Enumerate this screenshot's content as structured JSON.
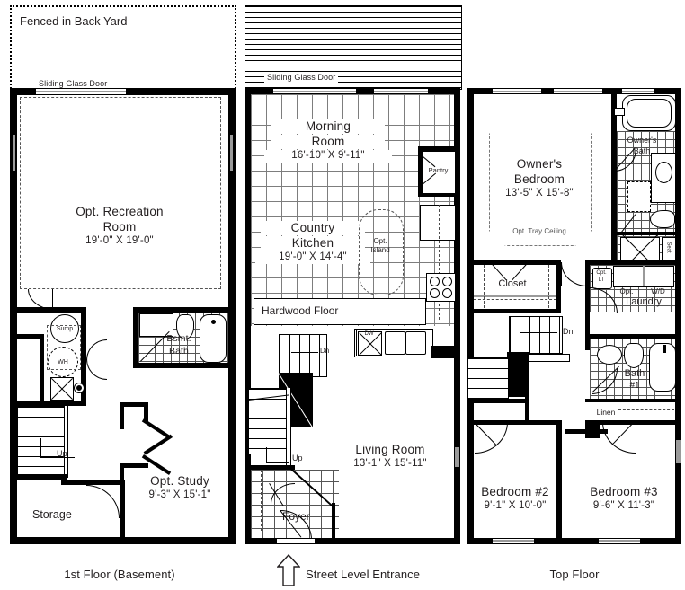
{
  "captions": {
    "left": "1st Floor (Basement)",
    "center": "Street Level Entrance",
    "right": "Top Floor"
  },
  "basement": {
    "yard_label": "Fenced in Back Yard",
    "sliding_door": "Sliding Glass Door",
    "rooms": [
      {
        "name": "Opt. Recreation",
        "name2": "Room",
        "dim": "19'-0\" X 19'-0\""
      },
      {
        "name": "Opt. Study",
        "dim": "9'-3\" X 15'-1\""
      },
      {
        "name": "Storage",
        "dim": ""
      },
      {
        "name": "Bsmt.",
        "name2": "Bath",
        "dim": ""
      }
    ],
    "fixtures": {
      "sump": "Sump",
      "water_heater": "WH",
      "stair_up": "Up"
    }
  },
  "street": {
    "deck_label": "Sliding Glass Door",
    "rooms": [
      {
        "name": "Morning",
        "name2": "Room",
        "dim": "16'-10\" X 9'-11\""
      },
      {
        "name": "Country",
        "name2": "Kitchen",
        "dim": "19'-0\" X 14'-4\""
      },
      {
        "name": "Living Room",
        "dim": "13'-1\" X 15'-11\""
      },
      {
        "name": "Foyer",
        "dim": ""
      }
    ],
    "labels": {
      "hardwood": "Hardwood Floor",
      "island": "Opt.",
      "island2": "Island",
      "pantry": "Pantry",
      "dishwasher": "DW",
      "stair_up": "Up",
      "stair_dn": "Dn"
    }
  },
  "top": {
    "rooms": [
      {
        "name": "Owner's",
        "name2": "Bedroom",
        "dim": "13'-5\" X 15'-8\"",
        "note": "Opt. Tray Ceiling"
      },
      {
        "name": "Bedroom #2",
        "dim": "9'-1\" X 10'-0\""
      },
      {
        "name": "Bedroom #3",
        "dim": "9'-6\" X 11'-3\""
      }
    ],
    "labels": {
      "owners_bath": "Owner's",
      "owners_bath2": "Bath",
      "closet": "Closet",
      "laundry": "Laundry",
      "washer_dryer": "W/D",
      "opt": "Opt.",
      "opt_lt": "Opt.",
      "opt_lt2": "LT",
      "bath1": "Bath",
      "bath1b": "#1",
      "linen": "Linen",
      "seat": "Seat",
      "stair_dn": "Dn"
    }
  },
  "colors": {
    "wall": "#000000",
    "text": "#231f20",
    "grid": "#7d7d7d",
    "window": "#9a9a9a"
  }
}
